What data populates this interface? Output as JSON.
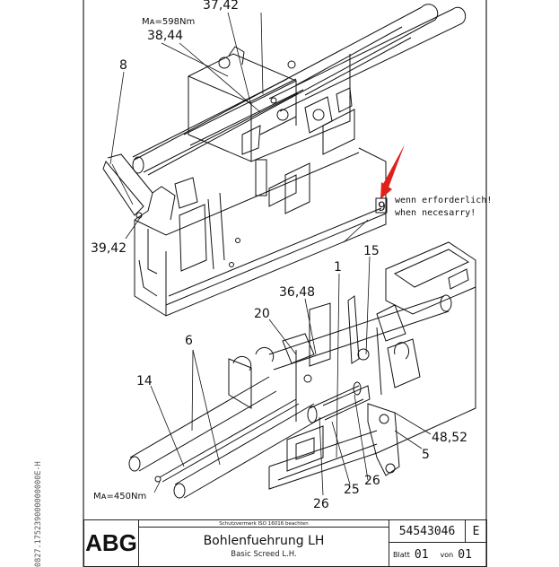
{
  "drawing": {
    "labels": {
      "l_3742": "37,42",
      "l_torque1": "Mᴀ=598Nm",
      "l_3844": "38,44",
      "l_8": "8",
      "l_3942": "39,42",
      "l_9": "9",
      "l_15": "15",
      "l_1": "1",
      "l_3648": "36,48",
      "l_20": "20",
      "l_6": "6",
      "l_14": "14",
      "l_4852": "48,52",
      "l_5": "5",
      "l_26a": "26",
      "l_25": "25",
      "l_26b": "26",
      "l_torque2": "Mᴀ=450Nm"
    },
    "note": {
      "de": "wenn erforderlich!",
      "en": "when necesarry!"
    },
    "side_code": "0827.175239000000000E-H",
    "colors": {
      "arrow": "#e0201b",
      "line": "#111111"
    }
  },
  "title_block": {
    "logo": "ABG",
    "copyright": "Schutzvermerk ISO 16016 beachten",
    "title": "Bohlenfuehrung LH",
    "subtitle": "Basic Screed L.H.",
    "doc_number": "54543046",
    "revision": "E",
    "sheet_label": "Blatt",
    "sheet": "01",
    "of_label": "von",
    "of": "01"
  }
}
